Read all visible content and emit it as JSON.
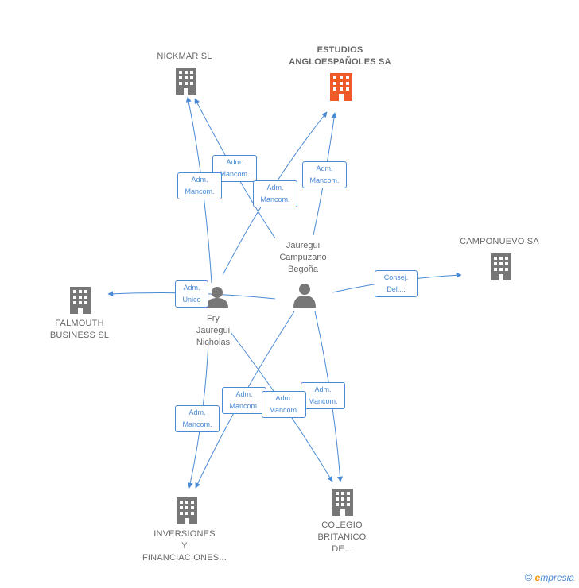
{
  "colors": {
    "edge": "#4a8ad4",
    "node": "#777777",
    "highlight": "#f05a28",
    "label": "#666666"
  },
  "companies": {
    "nickmar": {
      "name": "NICKMAR SL"
    },
    "estudios": {
      "name_line1": "ESTUDIOS",
      "name_line2": "ANGLOESPAÑOLES SA"
    },
    "camponuevo": {
      "name": "CAMPONUEVO SA"
    },
    "falmouth": {
      "name_line1": "FALMOUTH",
      "name_line2": "BUSINESS SL"
    },
    "inversiones": {
      "name_line1": "INVERSIONES",
      "name_line2": "Y",
      "name_line3": "FINANCIACIONES..."
    },
    "colegio": {
      "name_line1": "COLEGIO",
      "name_line2": "BRITANICO",
      "name_line3": "DE..."
    }
  },
  "persons": {
    "jauregui": {
      "line1": "Jauregui",
      "line2": "Campuzano",
      "line3": "Begoña"
    },
    "fry": {
      "line1": "Fry",
      "line2": "Jauregui",
      "line3": "Nicholas"
    }
  },
  "roles": {
    "r1": {
      "l1": "Adm.",
      "l2": "Mancom."
    },
    "r2": {
      "l1": "Adm.",
      "l2": "Mancom."
    },
    "r3": {
      "l1": "Adm.",
      "l2": "Mancom."
    },
    "r4": {
      "l1": "Adm.",
      "l2": "Mancom."
    },
    "r5": {
      "l1": "Consej.",
      "l2": "Del...."
    },
    "r6": {
      "l1": "Adm.",
      "l2": "Unico"
    },
    "r7": {
      "l1": "Adm.",
      "l2": "Mancom."
    },
    "r8": {
      "l1": "Adm.",
      "l2": "Mancom."
    },
    "r9": {
      "l1": "Adm.",
      "l2": "Mancom."
    },
    "r10": {
      "l1": "Adm.",
      "l2": "Mancom."
    }
  },
  "footer": {
    "copyright": "©",
    "brand_initial": "e",
    "brand_rest": "mpresia"
  }
}
